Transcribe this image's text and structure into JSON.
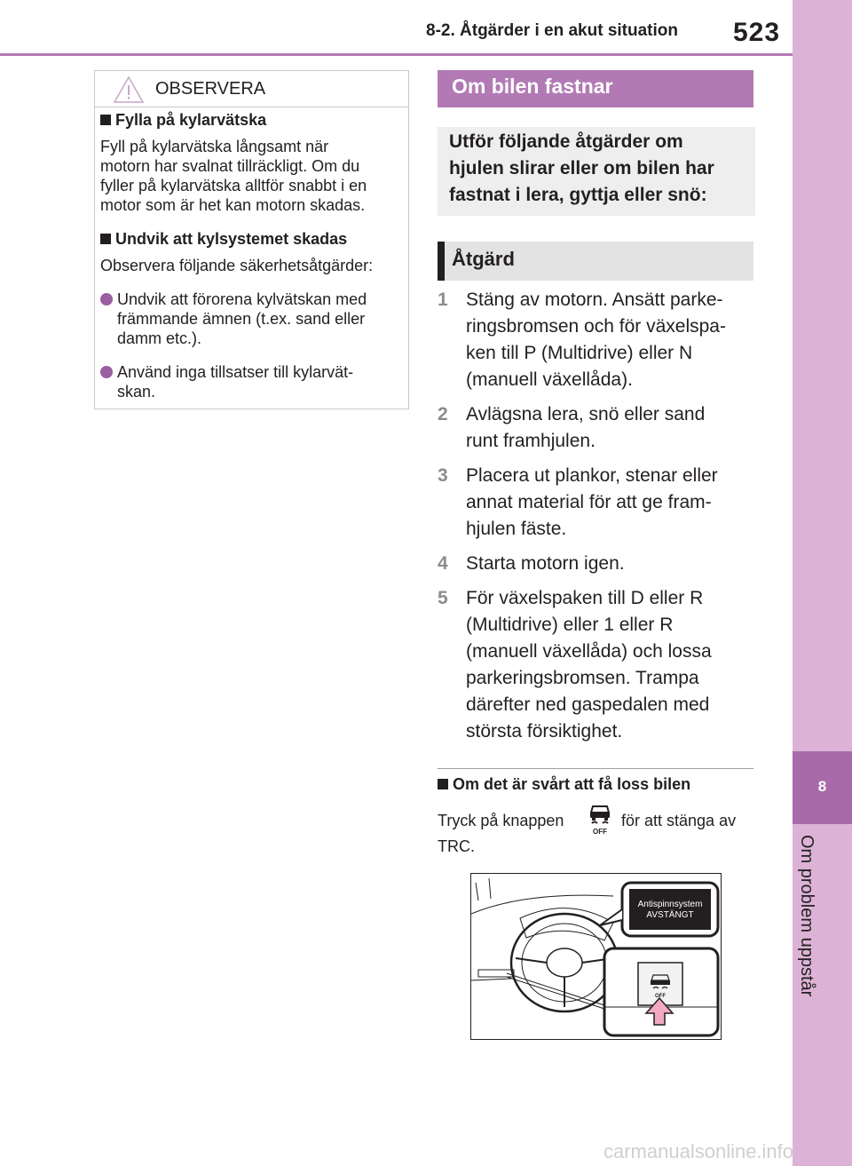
{
  "header": {
    "section_title": "8-2. Åtgärder i en akut situation",
    "page_number": "523",
    "accent_color": "#b27ab4"
  },
  "side_tab": {
    "chapter_number": "8",
    "chapter_label": "Om problem uppstår"
  },
  "caution": {
    "title": "OBSERVERA",
    "sections": [
      {
        "heading": "Fylla på kylarvätska",
        "text_lines": [
          "Fyll på kylarvätska långsamt när",
          "motorn har svalnat tillräckligt. Om du",
          "fyller på kylarvätska alltför snabbt i en",
          "motor som är het kan motorn skadas."
        ]
      },
      {
        "heading": "Undvik att kylsystemet skadas",
        "text": "Observera följande säkerhetsåtgärder:",
        "bullets": [
          [
            "Undvik att förorena kylvätskan med",
            "främmande ämnen (t.ex. sand eller",
            "damm etc.)."
          ],
          [
            "Använd inga tillsatser till kylarvät-",
            "skan."
          ]
        ]
      }
    ]
  },
  "main": {
    "section_heading": "Om bilen fastnar",
    "intro_lines": [
      "Utför följande åtgärder om",
      "hjulen slirar eller om bilen har",
      "fastnat i lera, gyttja eller snö:"
    ],
    "action_heading": "Åtgärd",
    "steps": [
      {
        "num": "1",
        "lines": [
          "Stäng av motorn. Ansätt parke-",
          "ringsbromsen och för växelspa-",
          "ken till P (Multidrive) eller N",
          "(manuell växellåda)."
        ]
      },
      {
        "num": "2",
        "lines": [
          "Avlägsna lera, snö eller sand",
          "runt framhjulen."
        ]
      },
      {
        "num": "3",
        "lines": [
          "Placera ut plankor, stenar eller",
          "annat material för att ge fram-",
          "hjulen fäste."
        ]
      },
      {
        "num": "4",
        "lines": [
          "Starta motorn igen."
        ]
      },
      {
        "num": "5",
        "lines": [
          "För växelspaken till D eller R",
          "(Multidrive) eller 1 eller R",
          "(manuell växellåda) och lossa",
          "parkeringsbromsen. Trampa",
          "därefter ned gaspedalen med",
          "största försiktighet."
        ]
      }
    ],
    "subheading": "Om det är svårt att få loss bilen",
    "para_before_icon": "Tryck på knappen",
    "para_after_icon": "för att stänga av",
    "para_line2": "TRC.",
    "button_icon_label": "OFF",
    "figure": {
      "display_line1": "Antispinnsystem",
      "display_line2": "AVSTÄNGT",
      "button_label": "OFF"
    }
  },
  "watermark": "carmanualsonline.info"
}
